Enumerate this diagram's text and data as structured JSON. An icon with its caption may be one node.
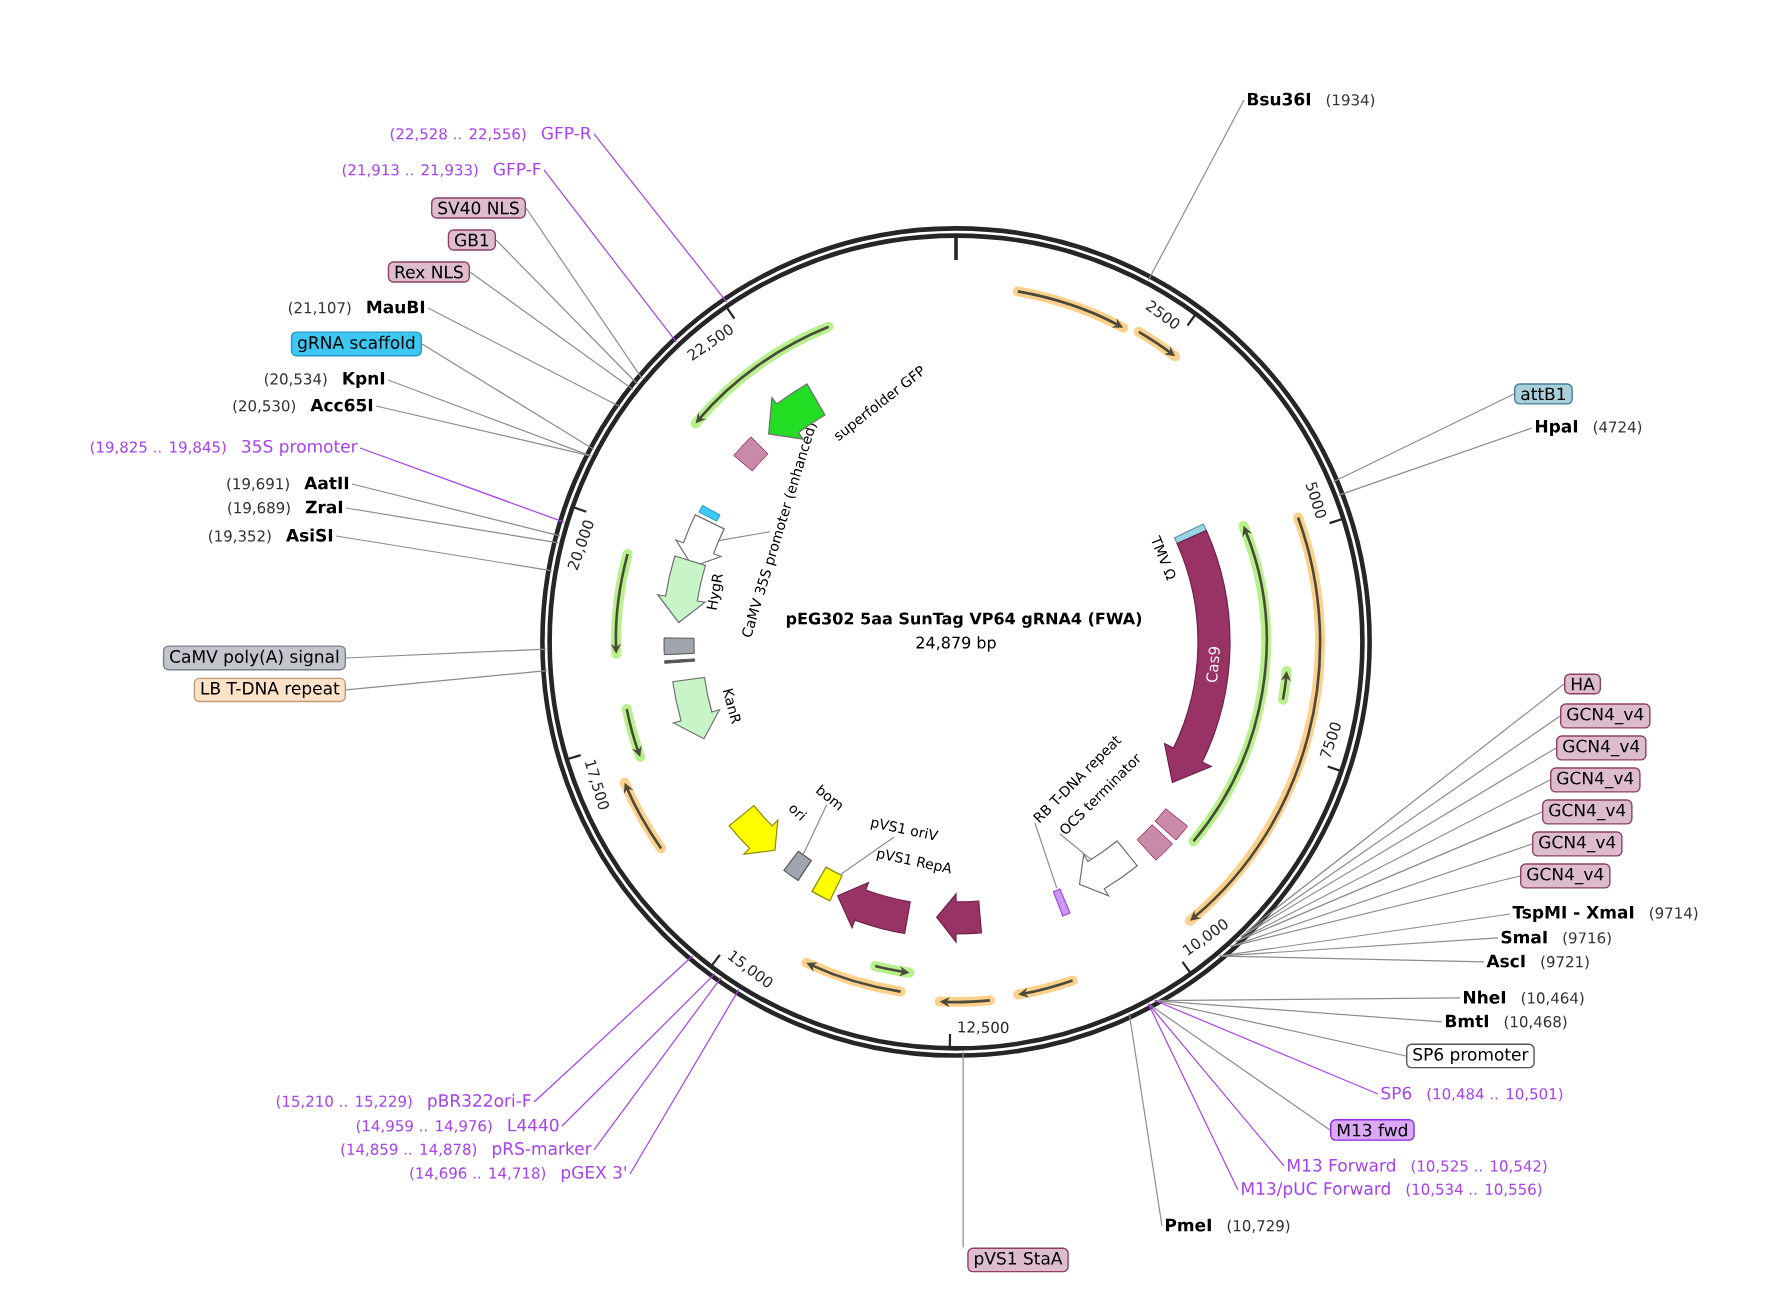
{
  "diagram": {
    "nodes": [
      {
        "text": [
          "pEG302 5aa SunTag VP64 gRNA4 (FWA)",
          "24,879 bp"
        ]
      },
      {
        "text": [
          "Bsu36I",
          "(1934)"
        ]
      },
      {
        "text": [
          "attB1"
        ]
      },
      {
        "text": [
          "HpaI",
          "(4724)"
        ]
      },
      {
        "text": [
          "HA"
        ]
      },
      {
        "text": [
          "GCN4_v4"
        ]
      },
      {
        "text": [
          "GCN4_v4"
        ]
      },
      {
        "text": [
          "GCN4_v4"
        ]
      },
      {
        "text": [
          "GCN4_v4"
        ]
      },
      {
        "text": [
          "GCN4_v4"
        ]
      },
      {
        "text": [
          "GCN4_v4"
        ]
      },
      {
        "text": [
          "TspMI - XmaI",
          "(9714)"
        ]
      },
      {
        "text": [
          "SmaI",
          "(9716)"
        ]
      },
      {
        "text": [
          "AscI",
          "(9721)"
        ]
      },
      {
        "text": [
          "NheI",
          "(10,464)"
        ]
      },
      {
        "text": [
          "BmtI",
          "(10,468)"
        ]
      },
      {
        "text": [
          "SP6 promoter"
        ]
      },
      {
        "text": [
          "SP6",
          "(10,484 .. 10,501)"
        ]
      },
      {
        "text": [
          "M13 fwd"
        ]
      },
      {
        "text": [
          "M13 Forward",
          "(10,525 .. 10,542)"
        ]
      },
      {
        "text": [
          "M13/pUC Forward",
          "(10,534 .. 10,556)"
        ]
      },
      {
        "text": [
          "PmeI",
          "(10,729)"
        ]
      },
      {
        "text": [
          "pVS1 StaA"
        ]
      },
      {
        "text": [
          "(14,696 .. 14,718)",
          "pGEX 3'"
        ]
      },
      {
        "text": [
          "(14,859 .. 14,878)",
          "pRS-marker"
        ]
      },
      {
        "text": [
          "(14,959 .. 14,976)",
          "L4440"
        ]
      },
      {
        "text": [
          "(15,210 .. 15,229)",
          "pBR322ori-F"
        ]
      },
      {
        "text": [
          "LB T-DNA repeat"
        ]
      },
      {
        "text": [
          "CaMV poly(A) signal"
        ]
      },
      {
        "text": [
          "(19,352)",
          "AsiSI"
        ]
      },
      {
        "text": [
          "(19,689)",
          "ZraI"
        ]
      },
      {
        "text": [
          "(19,691)",
          "AatII"
        ]
      },
      {
        "text": [
          "(19,825 .. 19,845)",
          "35S promoter"
        ]
      },
      {
        "text": [
          "(20,530)",
          "Acc65I"
        ]
      },
      {
        "text": [
          "(20,534)",
          "KpnI"
        ]
      },
      {
        "text": [
          "gRNA scaffold"
        ]
      },
      {
        "text": [
          "(21,107)",
          "MauBI"
        ]
      },
      {
        "text": [
          "Rex NLS"
        ]
      },
      {
        "text": [
          "GB1"
        ]
      },
      {
        "text": [
          "SV40 NLS"
        ]
      },
      {
        "text": [
          "(21,913 .. 21,933)",
          "GFP-F"
        ]
      },
      {
        "text": [
          "(22,528 .. 22,556)",
          "GFP-R"
        ]
      },
      {
        "text": [
          "Cas9"
        ],
        "in": 0
      },
      {
        "text": [
          "CaMV 35S promoter (enhanced)"
        ],
        "in": 0
      },
      {
        "text": [
          "bom"
        ],
        "in": 0
      },
      {
        "text": [
          "pVS1 oriV"
        ],
        "in": 0
      },
      {
        "text": [
          "RB T-DNA repeat"
        ],
        "in": 0
      },
      {
        "text": [
          "OCS terminator"
        ],
        "in": 0
      },
      {
        "text": [],
        "shape": "arrow",
        "in": 0
      },
      {
        "text": [],
        "shape": "box",
        "in": 0
      },
      {
        "text": [],
        "shape": "box",
        "in": 0
      },
      {
        "text": [],
        "shape": "bar",
        "in": 0
      },
      {
        "text": [],
        "shape": "arrow",
        "in": 0
      },
      {
        "text": [],
        "shape": "arrow",
        "in": 0,
        "beside": [
          "pVS1 RepA"
        ]
      },
      {
        "text": [],
        "shape": "arrow",
        "in": 0
      },
      {
        "text": [],
        "shape": "arrow",
        "in": 0,
        "beside": [
          "superfolder GFP"
        ]
      },
      {
        "text": [],
        "shape": "arrow",
        "in": 0,
        "beside": [
          "HygR"
        ]
      },
      {
        "text": [],
        "shape": "arrow",
        "in": 0,
        "beside": [
          "KanR"
        ]
      },
      {
        "text": [],
        "shape": "arrow",
        "in": 0,
        "beside": [
          "ori"
        ]
      }
    ],
    "edges": [
      {
        "from": 1,
        "to": 0,
        "arrow": "none"
      },
      {
        "from": 2,
        "to": 0,
        "arrow": "none"
      },
      {
        "from": 3,
        "to": 0,
        "arrow": "none"
      },
      {
        "from": 4,
        "to": 0,
        "arrow": "none"
      },
      {
        "from": 5,
        "to": 0,
        "arrow": "none"
      },
      {
        "from": 6,
        "to": 0,
        "arrow": "none"
      },
      {
        "from": 7,
        "to": 0,
        "arrow": "none"
      },
      {
        "from": 8,
        "to": 0,
        "arrow": "none"
      },
      {
        "from": 9,
        "to": 0,
        "arrow": "none"
      },
      {
        "from": 10,
        "to": 0,
        "arrow": "none"
      },
      {
        "from": 11,
        "to": 0,
        "arrow": "none"
      },
      {
        "from": 12,
        "to": 0,
        "arrow": "none"
      },
      {
        "from": 13,
        "to": 0,
        "arrow": "none"
      },
      {
        "from": 14,
        "to": 0,
        "arrow": "none"
      },
      {
        "from": 15,
        "to": 0,
        "arrow": "none"
      },
      {
        "from": 16,
        "to": 0,
        "arrow": "none"
      },
      {
        "from": 17,
        "to": 0,
        "arrow": "none",
        "color": "#a640f0"
      },
      {
        "from": 18,
        "to": 0,
        "arrow": "none"
      },
      {
        "from": 19,
        "to": 0,
        "arrow": "none",
        "color": "#a640f0"
      },
      {
        "from": 20,
        "to": 0,
        "arrow": "none",
        "color": "#a640f0"
      },
      {
        "from": 21,
        "to": 0,
        "arrow": "none"
      },
      {
        "from": 22,
        "to": 0,
        "arrow": "none"
      },
      {
        "from": 23,
        "to": 0,
        "arrow": "none",
        "color": "#a640f0"
      },
      {
        "from": 24,
        "to": 0,
        "arrow": "none",
        "color": "#a640f0"
      },
      {
        "from": 25,
        "to": 0,
        "arrow": "none",
        "color": "#a640f0"
      },
      {
        "from": 26,
        "to": 0,
        "arrow": "none",
        "color": "#a640f0"
      },
      {
        "from": 27,
        "to": 0,
        "arrow": "none"
      },
      {
        "from": 28,
        "to": 0,
        "arrow": "none"
      },
      {
        "from": 29,
        "to": 0,
        "arrow": "none"
      },
      {
        "from": 30,
        "to": 0,
        "arrow": "none"
      },
      {
        "from": 31,
        "to": 0,
        "arrow": "none"
      },
      {
        "from": 32,
        "to": 0,
        "arrow": "none",
        "color": "#a640f0"
      },
      {
        "from": 33,
        "to": 0,
        "arrow": "none"
      },
      {
        "from": 34,
        "to": 0,
        "arrow": "none"
      },
      {
        "from": 35,
        "to": 0,
        "arrow": "none"
      },
      {
        "from": 36,
        "to": 0,
        "arrow": "none"
      },
      {
        "from": 37,
        "to": 0,
        "arrow": "none"
      },
      {
        "from": 38,
        "to": 0,
        "arrow": "none"
      },
      {
        "from": 39,
        "to": 0,
        "arrow": "none"
      },
      {
        "from": 40,
        "to": 0,
        "arrow": "none",
        "color": "#a640f0"
      },
      {
        "from": 41,
        "to": 0,
        "arrow": "none",
        "color": "#a640f0"
      },
      {
        "from": 43,
        "to": 48,
        "arrow": "none"
      },
      {
        "from": 44,
        "to": 49,
        "arrow": "none"
      },
      {
        "from": 45,
        "to": 50,
        "arrow": "none"
      },
      {
        "from": 46,
        "to": 51,
        "arrow": "none"
      },
      {
        "from": 47,
        "to": 52,
        "arrow": "none"
      }
    ],
    "labels": [
      "2500",
      "5000",
      "7500",
      "10,000",
      "12,500",
      "15,000",
      "17,500",
      "20,000",
      "22,500",
      "TMV Ω"
    ]
  }
}
